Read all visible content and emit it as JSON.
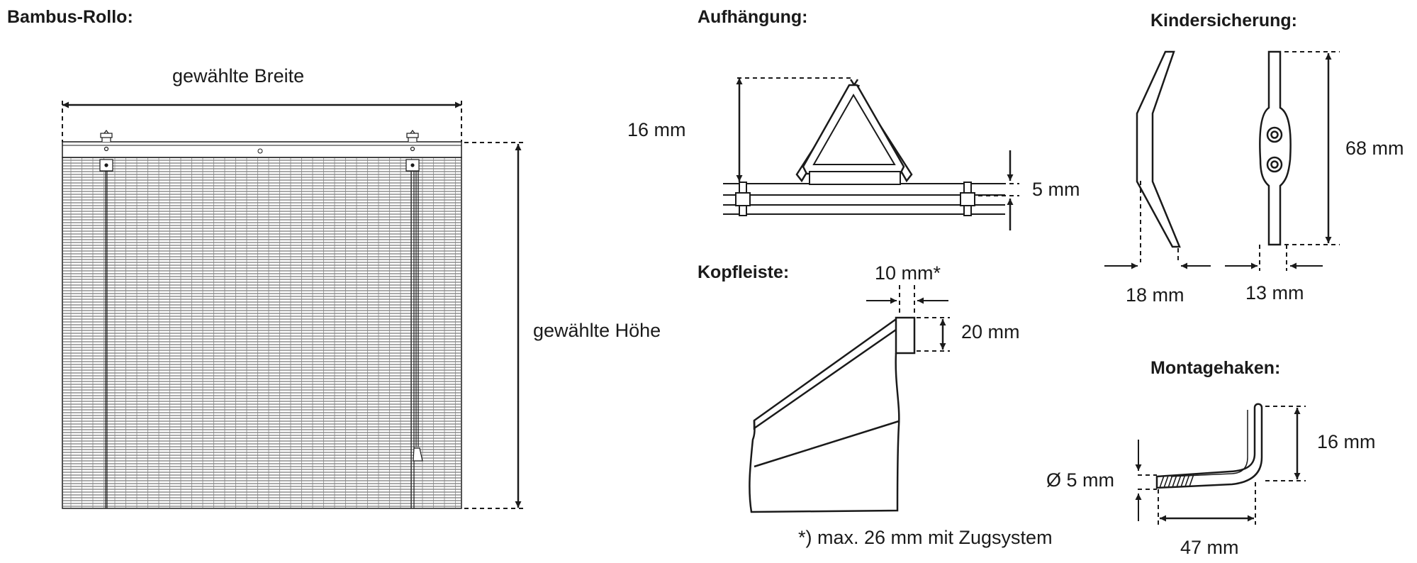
{
  "sections": {
    "blind": {
      "title": "Bambus-Rollo:",
      "width_label": "gewählte Breite",
      "height_label": "gewählte Höhe"
    },
    "suspension": {
      "title": "Aufhängung:",
      "height_label": "16 mm",
      "rail_label": "5 mm"
    },
    "headrail": {
      "title": "Kopfleiste:",
      "width_label": "10 mm*",
      "height_label": "20 mm",
      "footnote": "*) max. 26 mm mit Zugsystem"
    },
    "child_safety": {
      "title": "Kindersicherung:",
      "length_label": "68 mm",
      "side_width_label": "18 mm",
      "front_width_label": "13 mm"
    },
    "mounting_hook": {
      "title": "Montagehaken:",
      "height_label": "16 mm",
      "diameter_label": "Ø 5 mm",
      "length_label": "47 mm"
    }
  },
  "colors": {
    "line": "#1a1a1a",
    "background": "#ffffff"
  }
}
